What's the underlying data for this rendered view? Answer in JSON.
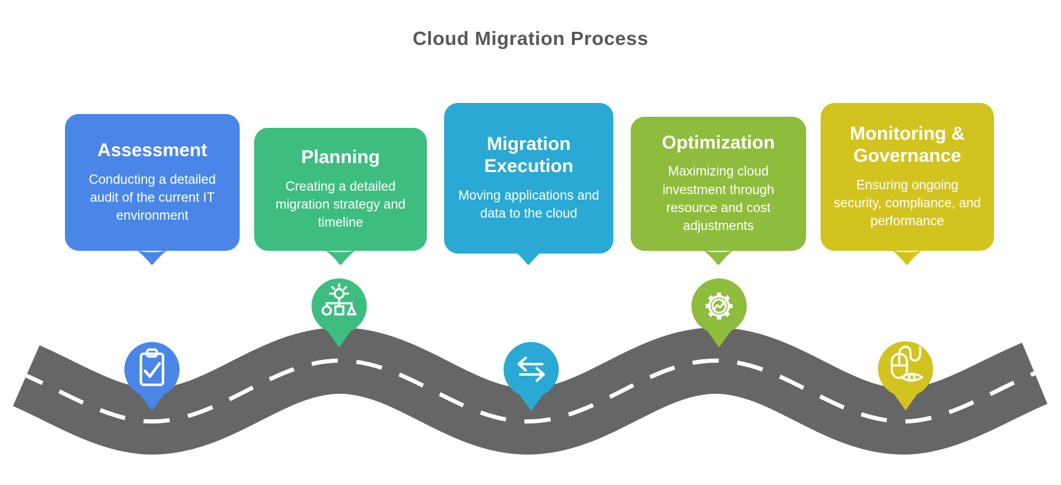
{
  "title": "Cloud Migration Process",
  "road": {
    "color": "#666666",
    "center_line_color": "#ffffff"
  },
  "stages": [
    {
      "name": "Assessment",
      "description": "Conducting a detailed audit of the current IT environment",
      "color": "#4a86e8",
      "icon": "clipboard-check-icon"
    },
    {
      "name": "Planning",
      "description": "Creating a detailed migration strategy and timeline",
      "color": "#3ebd81",
      "icon": "idea-hierarchy-icon"
    },
    {
      "name": "Migration Execution",
      "description": "Moving applications and data to the cloud",
      "color": "#29a9d4",
      "icon": "transfer-arrows-icon"
    },
    {
      "name": "Optimization",
      "description": "Maximizing cloud investment through resource and cost adjustments",
      "color": "#8ebc3c",
      "icon": "gear-growth-icon"
    },
    {
      "name": "Monitoring & Governance",
      "description": "Ensuring ongoing security, compliance, and performance",
      "color": "#d3c31f",
      "icon": "mouse-eye-icon"
    }
  ]
}
